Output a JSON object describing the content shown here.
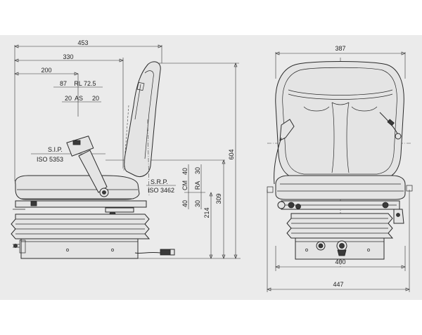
{
  "side_view": {
    "dimensions": {
      "overall_depth": "453",
      "backrest_depth": "330",
      "seat_depth": "200",
      "overall_height": "604",
      "srp_height": "309",
      "base_height": "214"
    },
    "rl_adjust": {
      "left": "87",
      "label": "RL",
      "right": "72.5"
    },
    "as_adjust": {
      "left": "20",
      "label": "AS",
      "right": "20"
    },
    "sip": {
      "label": "S.I.P.",
      "standard": "ISO 5353"
    },
    "srp": {
      "label": "S.R.P.",
      "standard": "ISO 3462"
    },
    "vertical_adjust": {
      "cm_label": "CM",
      "cm_top": "40",
      "cm_bottom": "40",
      "ra_label": "RA",
      "ra_top": "30",
      "ra_bottom": "30"
    }
  },
  "front_view": {
    "dimensions": {
      "backrest_width": "387",
      "base_width": "400",
      "overall_width": "447"
    }
  }
}
